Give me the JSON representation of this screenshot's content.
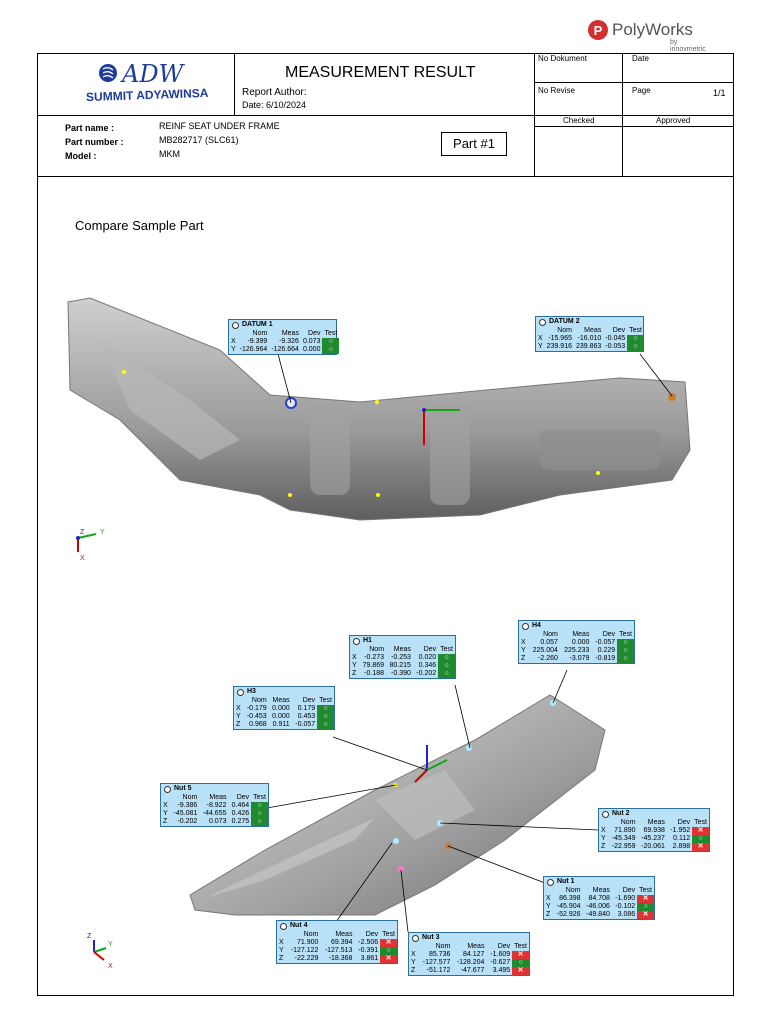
{
  "brand": {
    "polyworks": "PolyWorks",
    "polyworks_sub": "by innovmetric",
    "company_logo_text": "ADW",
    "company_name": "SUMMIT ADYAWINSA"
  },
  "header": {
    "title": "MEASUREMENT RESULT",
    "report_author_label": "Report Author:",
    "date_line": "Date: 6/10/2024",
    "no_dokument_label": "No Dokument",
    "date_label": "Date",
    "no_revise_label": "No Revise",
    "page_label": "Page",
    "page_value": "1/1",
    "checked_label": "Checked",
    "approved_label": "Approved"
  },
  "part_info": {
    "part_name_label": "Part name :",
    "part_name": "REINF SEAT UNDER FRAME",
    "part_number_label": "Part number :",
    "part_number": "MB282717 (SLC61)",
    "model_label": "Model :",
    "model": "MKM",
    "part_tag": "Part #1"
  },
  "section_title": "Compare Sample Part",
  "axes_labels": {
    "z": "Z",
    "y": "Y",
    "x": "X"
  },
  "callouts": [
    {
      "id": "datum1",
      "title": "DATUM 1",
      "cols": [
        "Nom",
        "Meas",
        "Dev",
        "Test"
      ],
      "rows": [
        [
          "X",
          "-9.399",
          "-9.326",
          "0.073",
          "ok"
        ],
        [
          "Y",
          "-126.964",
          "-126.664",
          "0.000",
          "ok"
        ]
      ]
    },
    {
      "id": "datum2",
      "title": "DATUM 2",
      "cols": [
        "Nom",
        "Meas",
        "Dev",
        "Test"
      ],
      "rows": [
        [
          "X",
          "-15.965",
          "-16.010",
          "-0.045",
          "ok"
        ],
        [
          "Y",
          "239.916",
          "239.863",
          "-0.053",
          "ok"
        ]
      ]
    },
    {
      "id": "h1",
      "title": "H1",
      "cols": [
        "Nom",
        "Meas",
        "Dev",
        "Test"
      ],
      "rows": [
        [
          "X",
          "-0.273",
          "-0.253",
          "0.020",
          "ok"
        ],
        [
          "Y",
          "79.869",
          "80.215",
          "0.346",
          "ok"
        ],
        [
          "Z",
          "-0.188",
          "-0.390",
          "-0.202",
          "ok"
        ]
      ]
    },
    {
      "id": "h4",
      "title": "H4",
      "cols": [
        "Nom",
        "Meas",
        "Dev",
        "Test"
      ],
      "rows": [
        [
          "X",
          "0.057",
          "0.000",
          "-0.057",
          "ok"
        ],
        [
          "Y",
          "225.004",
          "225.233",
          "0.229",
          "ok"
        ],
        [
          "Z",
          "-2.260",
          "-3.079",
          "-0.819",
          "ok"
        ]
      ]
    },
    {
      "id": "h3",
      "title": "H3",
      "cols": [
        "Nom",
        "Meas",
        "Dev",
        "Test"
      ],
      "rows": [
        [
          "X",
          "-0.179",
          "0.000",
          "0.179",
          "ok"
        ],
        [
          "Y",
          "-0.453",
          "0.000",
          "0.453",
          "ok"
        ],
        [
          "Z",
          "0.968",
          "0.911",
          "-0.057",
          "ok"
        ]
      ]
    },
    {
      "id": "nut5",
      "title": "Nut 5",
      "cols": [
        "Nom",
        "Meas",
        "Dev",
        "Test"
      ],
      "rows": [
        [
          "X",
          "-9.386",
          "-8.922",
          "0.464",
          "ok"
        ],
        [
          "Y",
          "-45.081",
          "-44.655",
          "0.426",
          "ok"
        ],
        [
          "Z",
          "-0.202",
          "0.073",
          "0.275",
          "ok"
        ]
      ]
    },
    {
      "id": "nut2",
      "title": "Nut 2",
      "cols": [
        "Nom",
        "Meas",
        "Dev",
        "Test"
      ],
      "rows": [
        [
          "X",
          "71.890",
          "69.938",
          "-1.952",
          "bad"
        ],
        [
          "Y",
          "-45.349",
          "-45.237",
          "0.112",
          "ok"
        ],
        [
          "Z",
          "-22.959",
          "-20.061",
          "2.898",
          "bad"
        ]
      ]
    },
    {
      "id": "nut1",
      "title": "Nut 1",
      "cols": [
        "Nom",
        "Meas",
        "Dev",
        "Test"
      ],
      "rows": [
        [
          "X",
          "86.398",
          "84.708",
          "-1.690",
          "bad"
        ],
        [
          "Y",
          "-45.904",
          "-46.006",
          "-0.102",
          "ok"
        ],
        [
          "Z",
          "-52.926",
          "-49.840",
          "3.086",
          "bad"
        ]
      ]
    },
    {
      "id": "nut4",
      "title": "Nut 4",
      "cols": [
        "Nom",
        "Meas",
        "Dev",
        "Test"
      ],
      "rows": [
        [
          "X",
          "71.900",
          "69.394",
          "-2.506",
          "bad"
        ],
        [
          "Y",
          "-127.122",
          "-127.513",
          "-0.391",
          "ok"
        ],
        [
          "Z",
          "-22.229",
          "-18.368",
          "3.861",
          "bad"
        ]
      ]
    },
    {
      "id": "nut3",
      "title": "Nut 3",
      "cols": [
        "Nom",
        "Meas",
        "Dev",
        "Test"
      ],
      "rows": [
        [
          "X",
          "85.736",
          "84.127",
          "-1.609",
          "bad"
        ],
        [
          "Y",
          "-127.577",
          "-128.204",
          "-0.627",
          "ok"
        ],
        [
          "Z",
          "-51.172",
          "-47.677",
          "3.495",
          "bad"
        ]
      ]
    }
  ]
}
